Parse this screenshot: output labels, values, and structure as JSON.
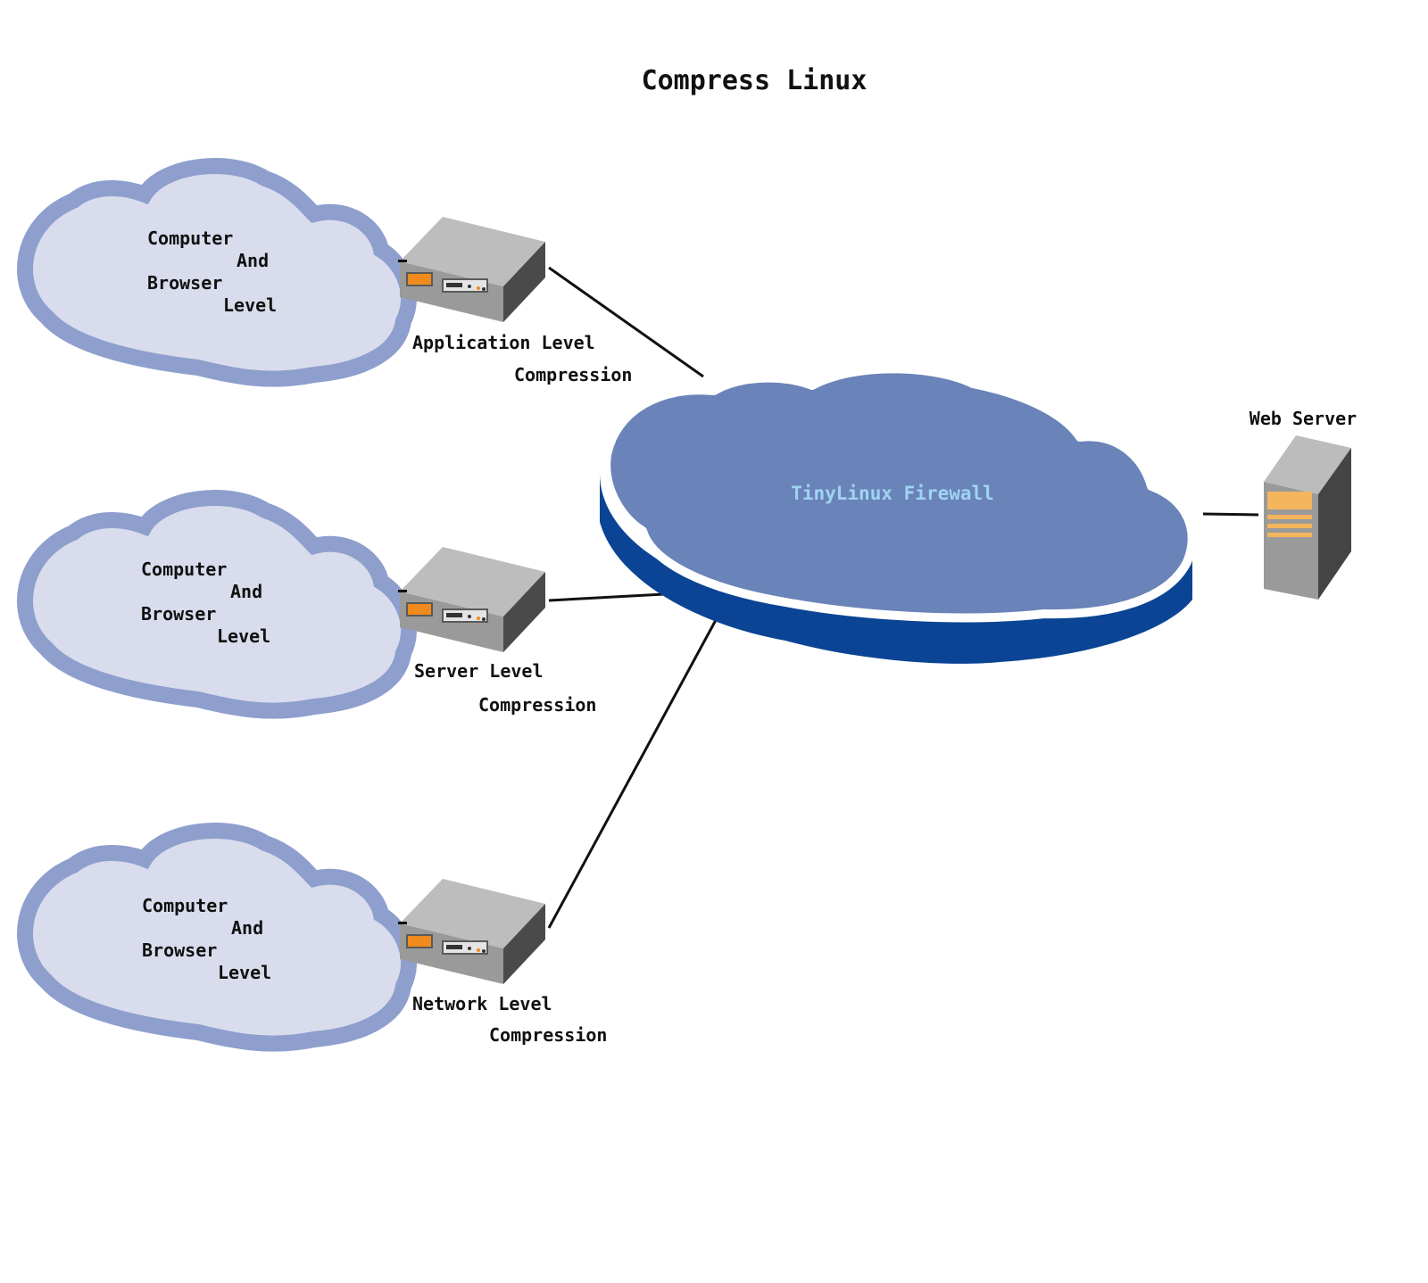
{
  "title": "Compress Linux",
  "client_clouds": [
    {
      "lines": [
        "Computer",
        "And",
        "Browser",
        "Level"
      ]
    },
    {
      "lines": [
        "Computer",
        "And",
        "Browser",
        "Level"
      ]
    },
    {
      "lines": [
        "Computer",
        "And",
        "Browser",
        "Level"
      ]
    }
  ],
  "devices": [
    {
      "line1": "Application Level",
      "line2": "Compression"
    },
    {
      "line1": "Server Level",
      "line2": "Compression"
    },
    {
      "line1": "Network Level",
      "line2": "Compression"
    }
  ],
  "firewall": {
    "label": "TinyLinux Firewall"
  },
  "server": {
    "label": "Web Server"
  },
  "colors": {
    "client_cloud_fill": "#d9dcec",
    "client_cloud_outline": "#8e9fcd",
    "firewall_top": "#6a83b9",
    "firewall_side": "#0b4494",
    "firewall_text": "#9fd4f0",
    "device_accent": "#f08a1c"
  }
}
